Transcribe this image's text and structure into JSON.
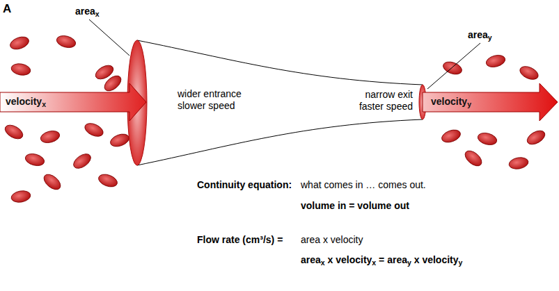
{
  "diagram": {
    "nodes": [
      {
        "text": [
          "velocityx"
        ]
      },
      {
        "text": [
          "wider entrance slower speed",
          "narrow exit faster speed"
        ]
      },
      {
        "text": [
          "velocityy"
        ]
      }
    ],
    "labels": [
      "A",
      "areax",
      "areay",
      "Continuity equation:",
      "what comes in … comes out.",
      "volume in = volume out",
      "Flow rate (cm³/s) =",
      "area x velocity",
      "areax x velocityx = areay x velocityy"
    ]
  }
}
